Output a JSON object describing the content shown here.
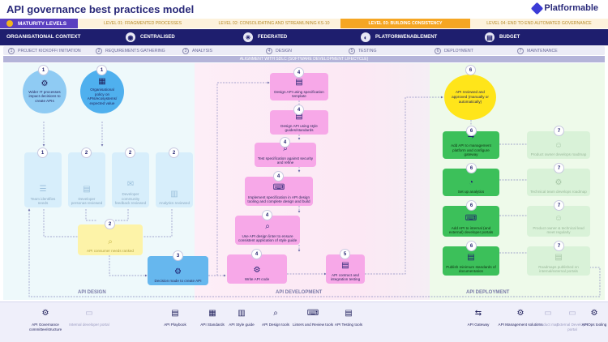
{
  "header": {
    "title": "API governance best practices model",
    "brand": "Platformable"
  },
  "maturity": {
    "label": "MATURITY LEVELS",
    "levels": [
      "LEVEL 01: FRAGMENTED PROCESSES",
      "LEVEL 02: CONSOLIDATING AND STREAMLINING KS-10",
      "LEVEL 03: BUILDING CONSISTENCY",
      "LEVEL 04: END TO END AUTOMATED GOVERNANCE"
    ]
  },
  "context": {
    "label": "ORGANISATIONAL CONTEXT",
    "items": [
      "CENTRALISED",
      "FEDERATED",
      "PLATFORM/ENABLEMENT",
      "BUDGET"
    ]
  },
  "sdlc": {
    "stages": [
      {
        "n": "1",
        "label": "PROJECT KICKOFF/ INITIATION"
      },
      {
        "n": "2",
        "label": "REQUIREMENTS GATHERING"
      },
      {
        "n": "3",
        "label": "ANALYSIS"
      },
      {
        "n": "4",
        "label": "DESIGN"
      },
      {
        "n": "5",
        "label": "TESTING"
      },
      {
        "n": "6",
        "label": "DEPLOYMENT"
      },
      {
        "n": "7",
        "label": "MAINTENANCE"
      }
    ],
    "caption": "ALIGNMENT WITH SDLC (SOFTWARE DEVELOPMENT LIFECYCLE)"
  },
  "lanes": {
    "design": "API DESIGN",
    "development": "API DEVELOPMENT",
    "deployment": "API DEPLOYMENT"
  },
  "design": {
    "circle1": {
      "n": "1",
      "text": "Wider IT processes impact decisions to create APIs"
    },
    "circle2": {
      "n": "1",
      "text": "Organisational policy on APIs/ecosystems/ expected value"
    },
    "faded": [
      {
        "n": "1",
        "text": "Team identifies needs"
      },
      {
        "n": "2",
        "text": "Developer personas reviewed"
      },
      {
        "n": "2",
        "text": "Developer community feedback reviewed"
      },
      {
        "n": "2",
        "text": "Analytics reviewed"
      }
    ],
    "consumer": {
      "n": "2",
      "text": "API consumer needs ranked"
    },
    "decision": {
      "n": "3",
      "text": "Decision made to create API"
    }
  },
  "development": {
    "steps": [
      {
        "n": "4",
        "text": "Design API using specification template"
      },
      {
        "n": "4",
        "text": "Design API using style guides/standards"
      },
      {
        "n": "4",
        "text": "Test specification against security and refine"
      },
      {
        "n": "4",
        "text": "Implement specification in API design tooling and complete design and build"
      },
      {
        "n": "4",
        "text": "Use API design linter to ensure consistent application of style guide"
      },
      {
        "n": "4",
        "text": "Write API code"
      }
    ],
    "testing": {
      "n": "5",
      "text": "API contract and integration testing"
    }
  },
  "deployment": {
    "approval": {
      "n": "6",
      "text": "API reviewed and approved (manually or automatically)"
    },
    "steps": [
      {
        "n": "6",
        "text": "Add API to management platform and configure gateway"
      },
      {
        "n": "6",
        "text": "Set up analytics"
      },
      {
        "n": "6",
        "text": "Add API to internal (and external) developer portals"
      },
      {
        "n": "6",
        "text": "Publish minimum standards of documentation"
      }
    ],
    "maintenance": [
      {
        "n": "7",
        "text": "Product owner develops roadmap"
      },
      {
        "n": "7",
        "text": "Technical team develops roadmap"
      },
      {
        "n": "7",
        "text": "Product owner & technical lead meet regularly"
      },
      {
        "n": "7",
        "text": "Roadmaps published on internal/external portals"
      }
    ]
  },
  "bottom": {
    "items": [
      {
        "label": "API Governance committee/structure",
        "faded": false
      },
      {
        "label": "Internal developer portal",
        "faded": true
      },
      {
        "label": "API Playbook",
        "faded": false
      },
      {
        "label": "API Standards",
        "faded": false
      },
      {
        "label": "API Style guide",
        "faded": false
      },
      {
        "label": "API Design tools",
        "faded": false
      },
      {
        "label": "Linters and Review tools",
        "faded": false
      },
      {
        "label": "API Testing tools",
        "faded": false
      },
      {
        "label": "API Gateway",
        "faded": false
      },
      {
        "label": "API Management solutions",
        "faded": false
      },
      {
        "label": "Product map",
        "faded": true
      },
      {
        "label": "External Developer portal",
        "faded": true
      },
      {
        "label": "APIOps tooling",
        "faded": false
      }
    ]
  },
  "colors": {
    "navy": "#1e1e6e",
    "purple": "#5a3fc0",
    "pink": "#f7a8e8",
    "blue": "#66b7ee",
    "green": "#3cc05a",
    "yellow": "#ffe51a",
    "orange": "#f5a623"
  }
}
